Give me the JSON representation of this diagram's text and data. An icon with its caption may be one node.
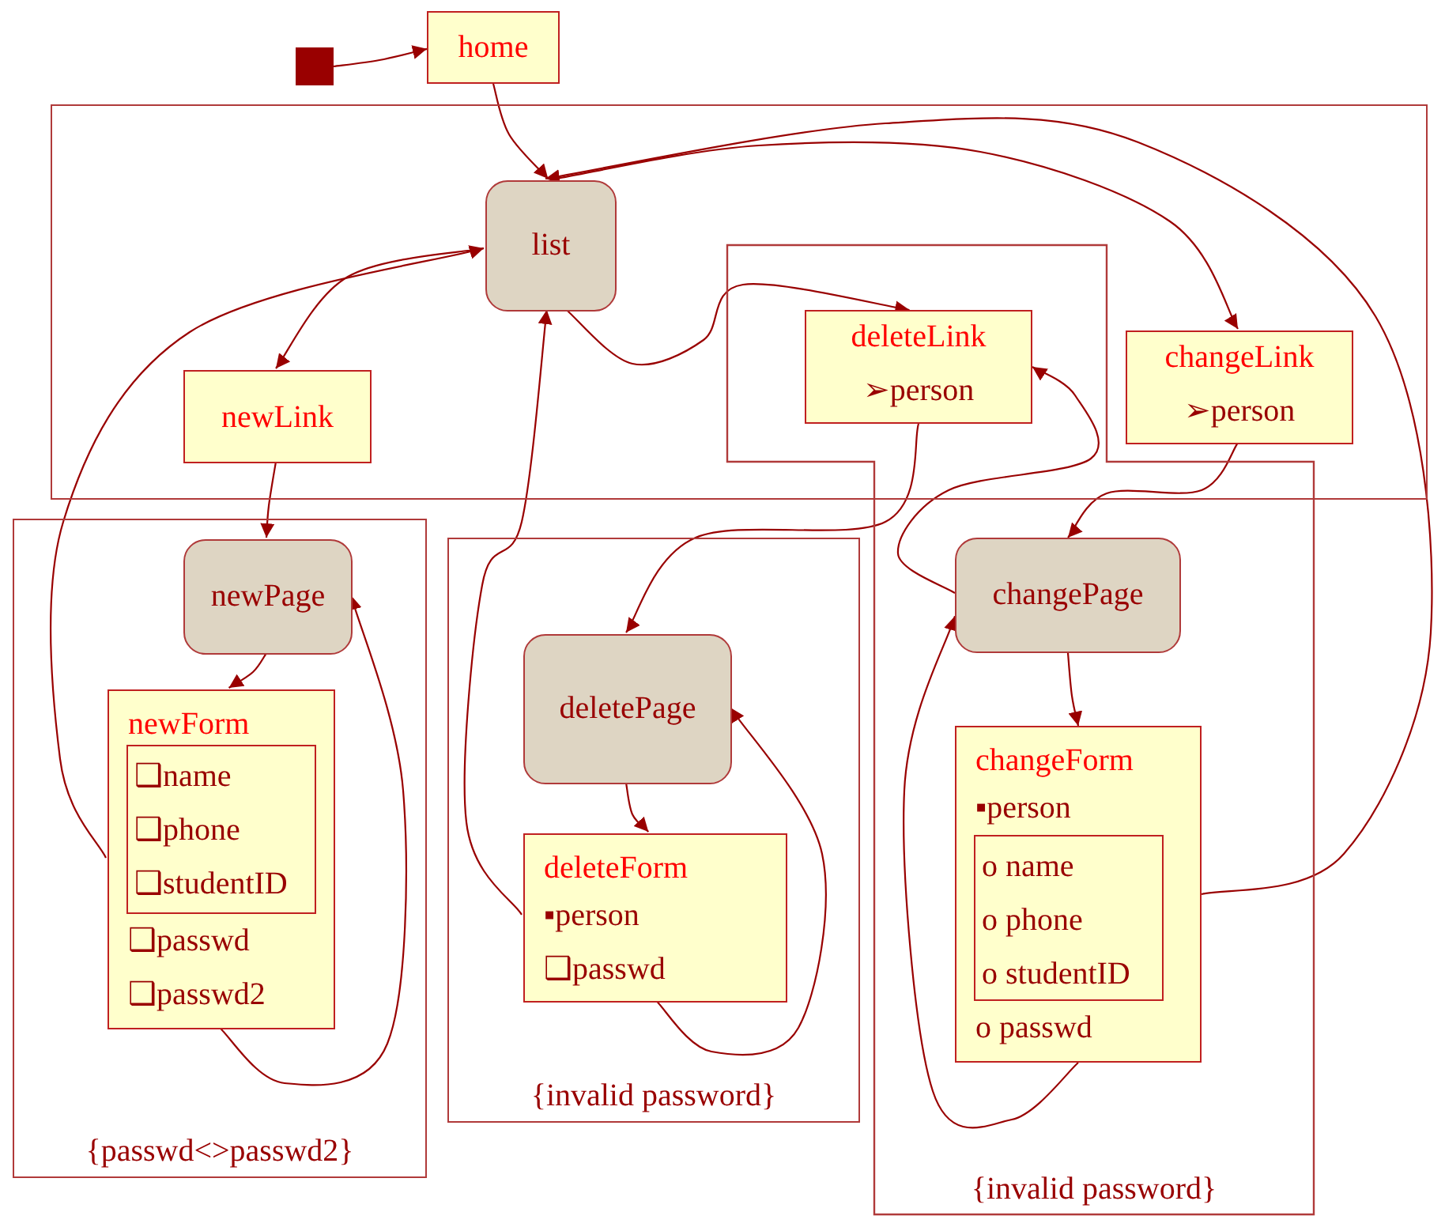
{
  "diagram": {
    "nodes": [
      {
        "text": [],
        "shape": "box"
      },
      {
        "text": [
          "home"
        ]
      },
      {
        "text": [],
        "shape": "box"
      },
      {
        "text": [
          "list"
        ],
        "in": 2
      },
      {
        "text": [
          "newLink"
        ],
        "in": 2
      },
      {
        "text": [
          "changeLink",
          "➢person"
        ],
        "in": 2
      },
      {
        "text": [
          "{invalid password}"
        ]
      },
      {
        "text": [
          "deleteLink",
          "➢person"
        ]
      },
      {
        "text": [
          "changePage"
        ],
        "in": 6
      },
      {
        "text": [
          "changeForm",
          "▪person",
          "o passwd"
        ],
        "in": 6
      },
      {
        "text": [
          "o name",
          "o phone",
          "o studentID"
        ],
        "in": 9
      },
      {
        "text": [
          "{passwd<>passwd2}"
        ]
      },
      {
        "text": [
          "newPage"
        ],
        "in": 11
      },
      {
        "text": [
          "newForm",
          "❑passwd",
          "❑passwd2"
        ],
        "in": 11
      },
      {
        "text": [
          "❑name",
          "❑phone",
          "❑studentID"
        ],
        "in": 13
      },
      {
        "text": [
          "{invalid password}"
        ]
      },
      {
        "text": [
          "deletePage"
        ],
        "in": 15
      },
      {
        "text": [
          "deleteForm",
          "▪person",
          "❑passwd"
        ],
        "in": 15
      }
    ],
    "edges": [
      {
        "from": 0,
        "to": 1,
        "arrow": "to"
      },
      {
        "from": 1,
        "to": 3,
        "arrow": "to"
      },
      {
        "from": 3,
        "to": 4,
        "arrow": "to"
      },
      {
        "from": 4,
        "to": 12,
        "arrow": "to"
      },
      {
        "from": 12,
        "to": 13,
        "arrow": "to"
      },
      {
        "from": 13,
        "to": 3,
        "arrow": "to"
      },
      {
        "from": 13,
        "to": 12,
        "arrow": "to"
      },
      {
        "from": 3,
        "to": 7,
        "arrow": "to"
      },
      {
        "from": 3,
        "to": 5,
        "arrow": "to"
      },
      {
        "from": 9,
        "to": 3,
        "arrow": "to"
      },
      {
        "from": 7,
        "to": 16,
        "arrow": "to"
      },
      {
        "from": 16,
        "to": 17,
        "arrow": "to"
      },
      {
        "from": 17,
        "to": 3,
        "arrow": "to"
      },
      {
        "from": 17,
        "to": 16,
        "arrow": "to"
      },
      {
        "from": 5,
        "to": 8,
        "arrow": "to"
      },
      {
        "from": 8,
        "to": 9,
        "arrow": "to"
      },
      {
        "from": 9,
        "to": 8,
        "arrow": "to"
      },
      {
        "from": 8,
        "to": 7,
        "arrow": "to"
      }
    ]
  }
}
